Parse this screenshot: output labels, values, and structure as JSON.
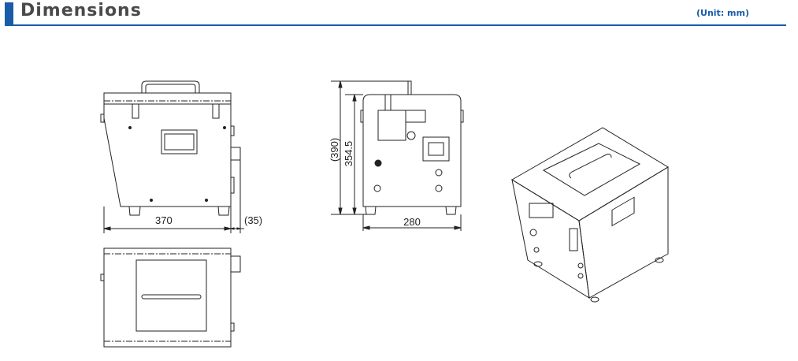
{
  "header": {
    "title": "Dimensions",
    "unit": "(Unit:  mm)",
    "accent_color": "#1a5ca8"
  },
  "side_view": {
    "width": "370",
    "connector_depth": "(35)"
  },
  "front_view": {
    "overall_height": "(390)",
    "body_height": "354.5",
    "width": "280"
  }
}
